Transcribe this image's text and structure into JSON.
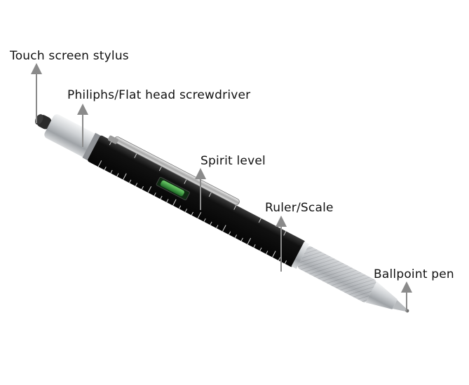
{
  "labels": {
    "stylus": "Touch screen stylus",
    "screwdriver": "Philiphs/Flat head screwdriver",
    "level": "Spirit level",
    "ruler": "Ruler/Scale",
    "ballpoint": "Ballpoint pen"
  },
  "colors": {
    "body": "#0c0c0c",
    "silver": "#c9cbce",
    "bubble": "#2f8f3a",
    "arrow": "#8a8a8a",
    "text": "#111111"
  }
}
